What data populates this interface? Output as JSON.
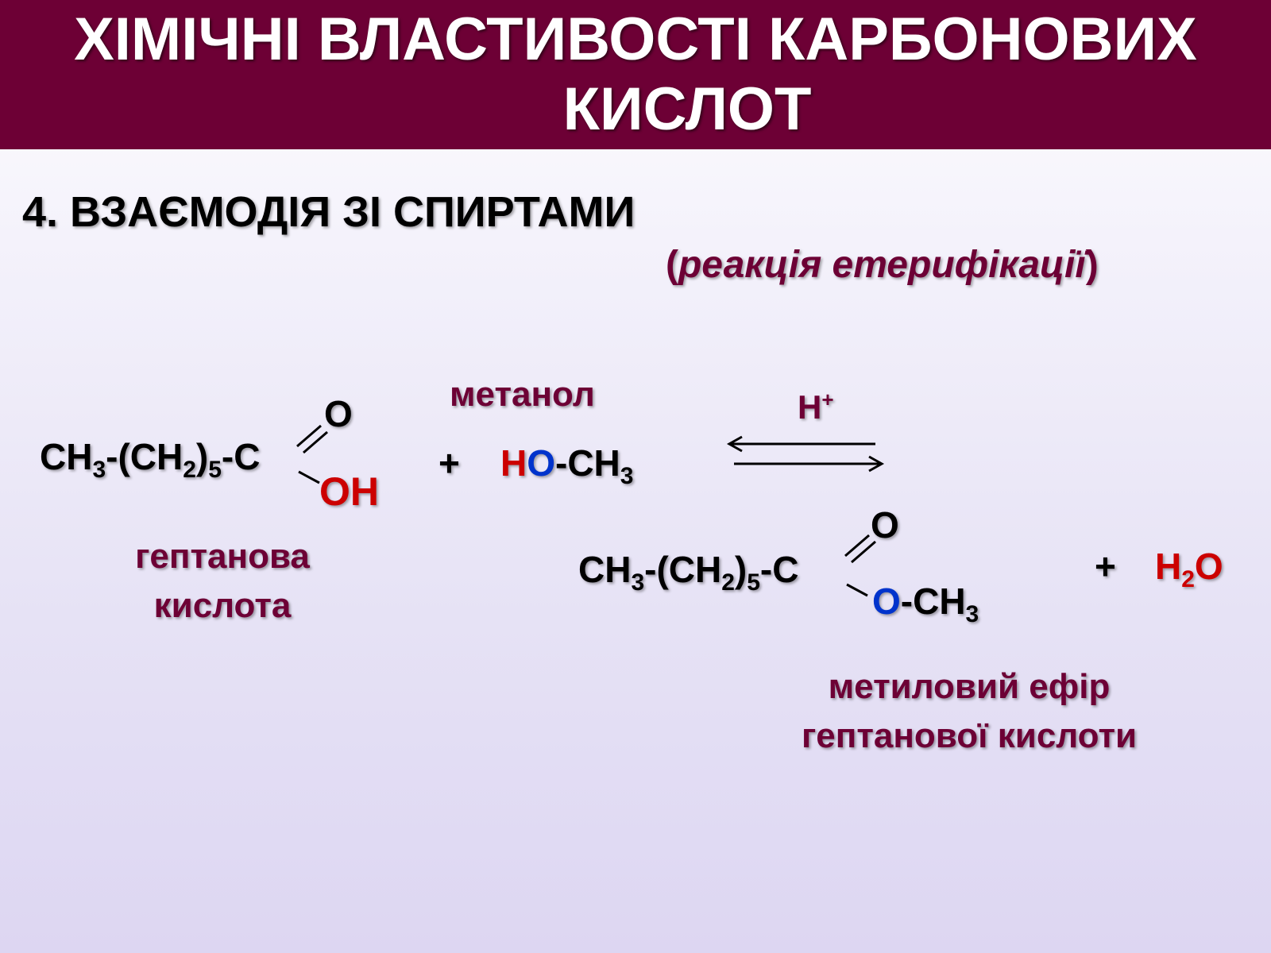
{
  "slide": {
    "title_line1": "ХІМІЧНІ ВЛАСТИВОСТІ КАРБОНОВИХ",
    "title_line2": "КИСЛОТ",
    "heading": "4. ВЗАЄМОДІЯ ЗІ СПИРТАМИ",
    "subtitle_open": "(",
    "subtitle_text": "реакція етерифікації",
    "subtitle_close": ")"
  },
  "reaction": {
    "acid": {
      "prefix": "CH",
      "sub1": "3",
      "mid": "-(CH",
      "sub2": "2",
      "paren": ")",
      "sub3": "5",
      "tail": "-C",
      "carbonyl_o": "O",
      "hydroxyl": "OH",
      "name_line1": "гептанова",
      "name_line2": "кислота"
    },
    "plus1": "+",
    "alcohol": {
      "name": "метанол",
      "h": "H",
      "o": "O",
      "rest": "-CH",
      "sub": "3"
    },
    "catalyst": {
      "h": "H",
      "charge": "+"
    },
    "ester": {
      "prefix": "CH",
      "sub1": "3",
      "mid": "-(CH",
      "sub2": "2",
      "paren": ")",
      "sub3": "5",
      "tail": "-C",
      "carbonyl_o": "O",
      "o": "O",
      "rest": "-CH",
      "sub4": "3",
      "name_line1": "метиловий ефір",
      "name_line2": "гептанової кислоти"
    },
    "plus2": "+",
    "water": {
      "h": "H",
      "sub": "2",
      "o": "O"
    }
  },
  "colors": {
    "title_bg": "#6d0035",
    "label": "#6d0035",
    "red": "#cc0000",
    "blue": "#0033cc"
  }
}
